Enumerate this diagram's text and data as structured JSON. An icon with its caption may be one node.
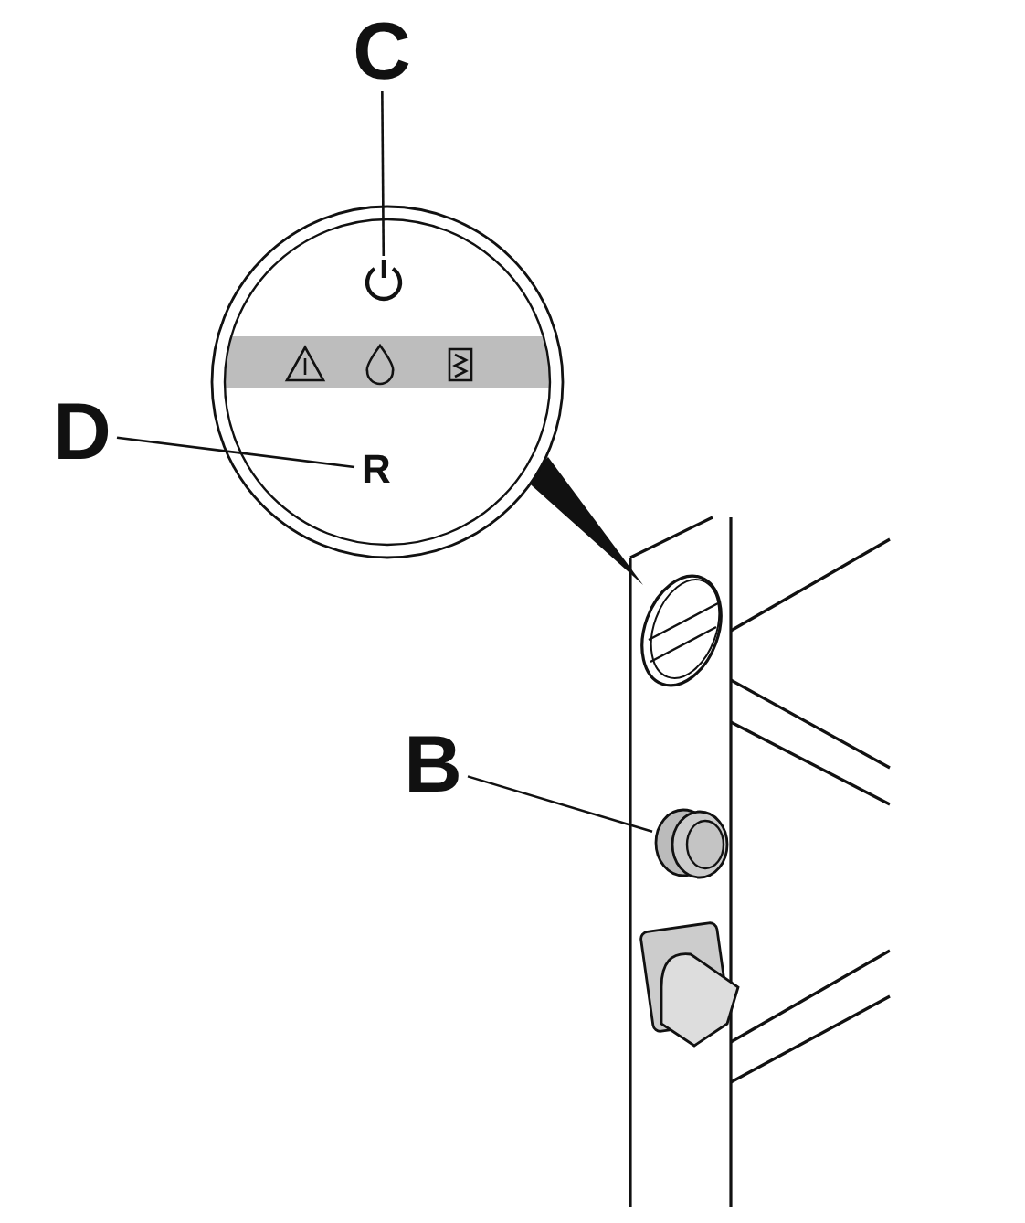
{
  "diagram": {
    "nodes": [
      {
        "text": [
          "C"
        ]
      },
      {
        "text": [],
        "shape": "symbol"
      },
      {
        "text": [
          "D"
        ]
      },
      {
        "text": [
          "R"
        ]
      },
      {
        "text": [
          "B"
        ]
      },
      {
        "text": [],
        "shape": "button"
      }
    ],
    "edges": [
      {
        "from": 0,
        "to": 1,
        "arrow": "none"
      },
      {
        "from": 2,
        "to": 3,
        "arrow": "none"
      },
      {
        "from": 4,
        "to": 5,
        "arrow": "none"
      }
    ]
  }
}
